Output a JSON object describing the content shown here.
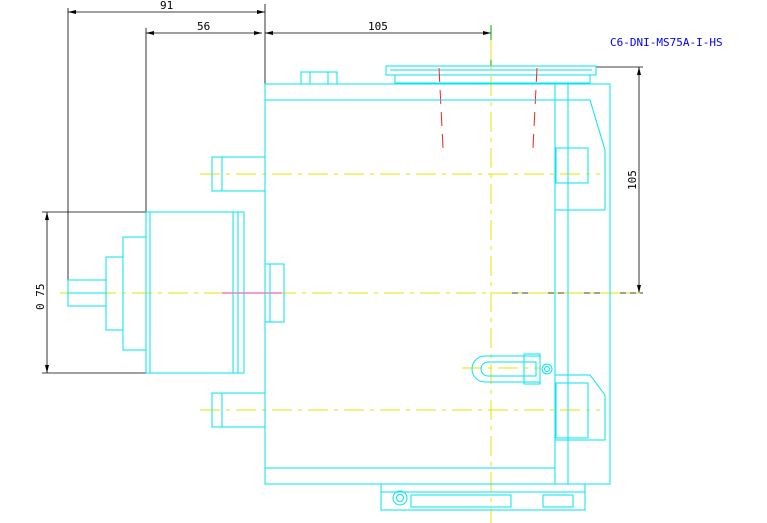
{
  "drawing": {
    "title": "C6-DNI-MS75A-I-HS",
    "dimensions": {
      "top_outer": "91",
      "top_inner": "56",
      "top_right": "105",
      "right_vertical": "105",
      "left_vertical": "0 75"
    },
    "colors": {
      "outline": "#00e5ee",
      "centerline": "#e6e600",
      "dimension": "#000000",
      "title": "#0000ff",
      "hidden": "#ff2020"
    }
  }
}
